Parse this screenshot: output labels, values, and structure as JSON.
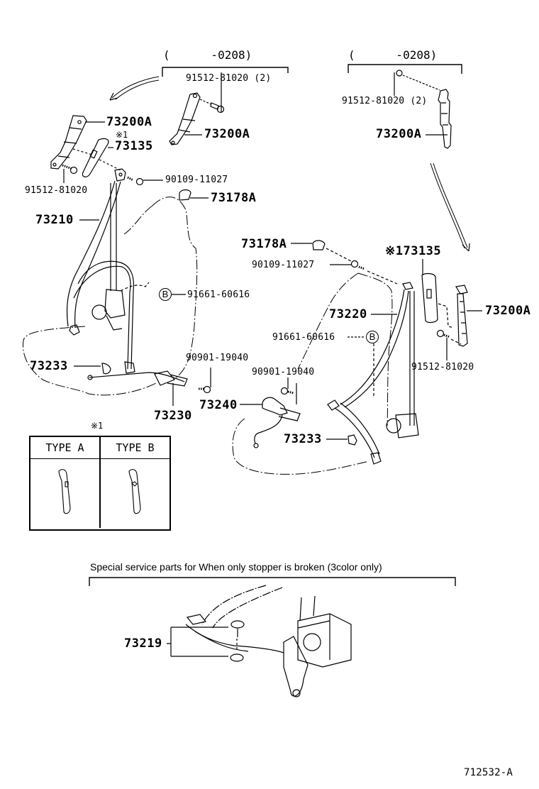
{
  "diagram": {
    "figure_id": "712532-A",
    "colors": {
      "ink": "#000000",
      "paper": "#ffffff"
    },
    "groups": [
      {
        "id": "left-upper",
        "date_range": "(      -0208)",
        "parts": [
          "91512-81020 (2)",
          "73200A"
        ]
      },
      {
        "id": "right-upper",
        "date_range": "(      -0208)",
        "parts": [
          "91512-81020 (2)",
          "73200A"
        ]
      }
    ],
    "left_assembly": {
      "labels": {
        "anchor_top": "73200A",
        "cover_note": "※1",
        "cover": "73135",
        "anchor_bolt": "91512-81020",
        "shoulder_bolt": "90109-11027",
        "cap": "73178A",
        "belt": "73210",
        "b_marker": "B",
        "retractor_bolt": "91661-60616",
        "clip": "73233",
        "buckle_bolt": "90901-19040",
        "buckle": "73230"
      }
    },
    "right_assembly": {
      "labels": {
        "cap": "73178A",
        "shoulder_bolt": "90109-11027",
        "cover": "※173135",
        "anchor_top": "73200A",
        "belt": "73220",
        "retractor_bolt": "91661-60616",
        "b_marker": "B",
        "anchor_bolt": "91512-81020",
        "buckle_bolt": "90901-19040",
        "buckle": "73240",
        "clip": "73233"
      }
    },
    "type_table": {
      "note": "※1",
      "columns": [
        "TYPE  A",
        "TYPE  B"
      ]
    },
    "special_service": {
      "caption": "Special service parts for When only stopper is broken (3color only)",
      "part": "73219"
    },
    "upper_left_labels": {
      "date_range": "(      -0208)",
      "bolt": "91512-81020 (2)",
      "anchor": "73200A"
    },
    "upper_right_labels": {
      "date_range": "(      -0208)",
      "bolt": "91512-81020 (2)",
      "anchor": "73200A"
    }
  }
}
